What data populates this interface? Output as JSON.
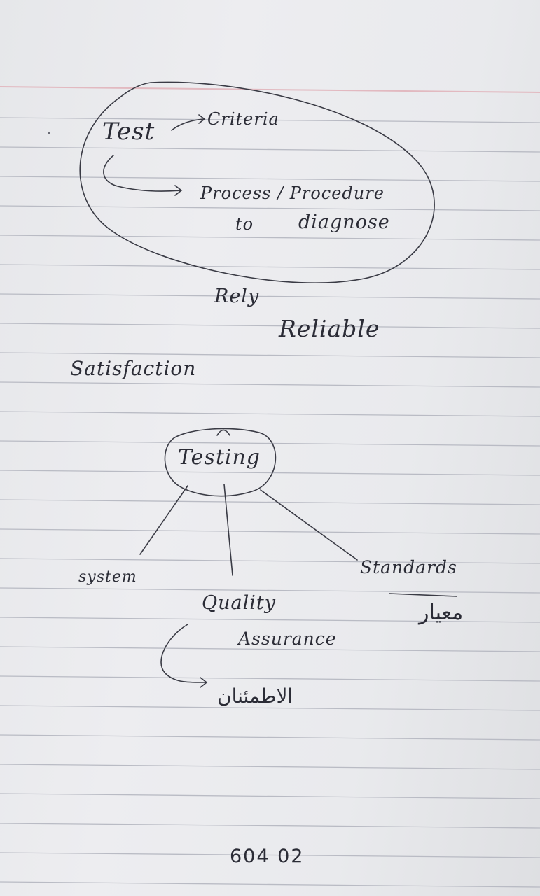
{
  "notes": {
    "oval_top": {
      "word": "Test",
      "arrow_to": "Criteria",
      "line1": "Process / Procedure",
      "line2": "to",
      "line3": "diagnose"
    },
    "rely": "Rely",
    "reliable": "Reliable",
    "satisfaction": "Satisfaction",
    "center": "Testing",
    "branches": {
      "left": "system",
      "middle_line1": "Quality",
      "middle_line2": "Assurance",
      "right": "Standards"
    },
    "arabic_standard": "معيار",
    "arabic_assurance": "الاطمئنان",
    "page_code": "604 02"
  },
  "colors": {
    "paper": "#ebecef",
    "ink": "#2b2c36",
    "rule_line": "#b9bbc4",
    "margin_line": "#e2b9c0"
  }
}
